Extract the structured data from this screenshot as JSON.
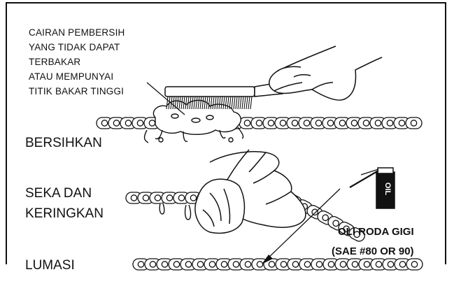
{
  "caution": {
    "lines": [
      "CAIRAN PEMBERSIH",
      "YANG TIDAK DAPAT",
      "TERBAKAR",
      "ATAU MEMPUNYAI",
      "TITIK BAKAR TINGGI"
    ]
  },
  "steps": {
    "clean": "BERSIHKAN",
    "wipe_line1": "SEKA DAN",
    "wipe_line2": "KERINGKAN",
    "lube": "LUMASI"
  },
  "oil": {
    "name": "OLI RODA GIGI",
    "spec": "(SAE #80 OR 90)",
    "can_label": "OIL"
  },
  "colors": {
    "ink": "#111111",
    "background": "#ffffff"
  },
  "icons": [
    "brush-icon",
    "hand-icon",
    "cloth-icon",
    "oil-can-icon",
    "chain-icon"
  ]
}
